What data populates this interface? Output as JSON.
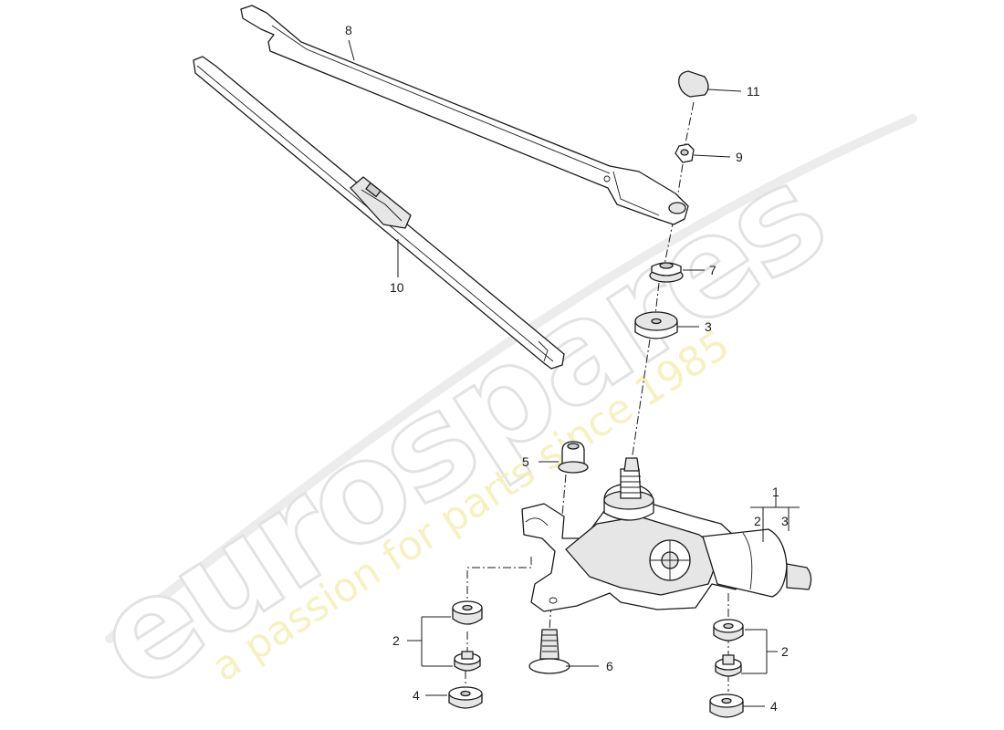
{
  "diagram": {
    "callouts": {
      "c1": "1",
      "c1_sub_a": "2",
      "c1_sub_b": "3",
      "c2_left": "2",
      "c2_right": "2",
      "c3": "3",
      "c4_left": "4",
      "c4_right": "4",
      "c5": "5",
      "c6": "6",
      "c7": "7",
      "c8": "8",
      "c9": "9",
      "c10": "10",
      "c11": "11"
    },
    "watermark": {
      "brand": "eurospares",
      "tagline": "a passion for parts since 1985"
    }
  }
}
